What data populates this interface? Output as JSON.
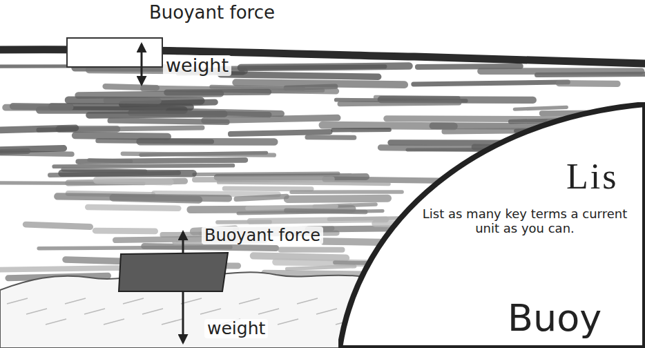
{
  "diagram": {
    "nodes": [
      {
        "text": [
          "Lis",
          "List as many key terms a current unit as you can.",
          "Buoy"
        ]
      }
    ],
    "labels": [
      "Buoyant force",
      "weight",
      "Buoyant force",
      "weight"
    ]
  }
}
